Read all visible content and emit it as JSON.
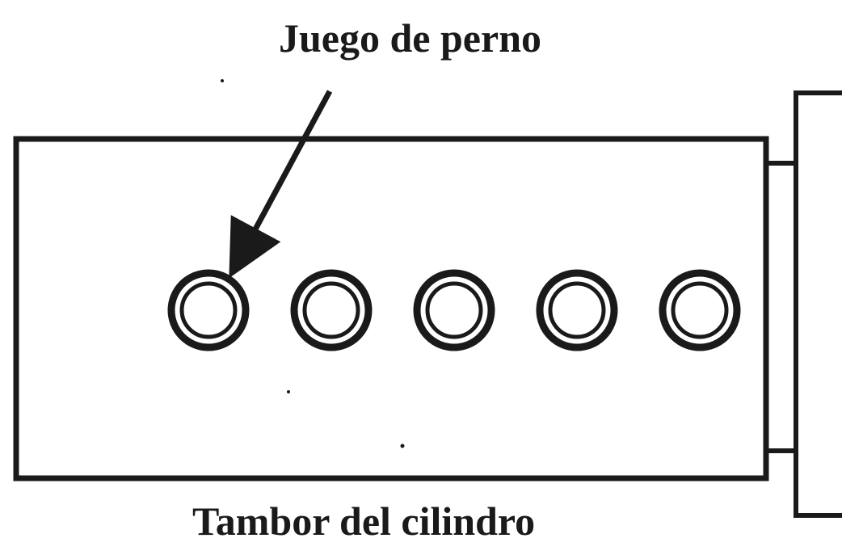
{
  "labels": {
    "pin_set": "Juego de perno",
    "cylinder_drum": "Tambor del cilindro"
  },
  "pins": {
    "count": 5
  },
  "colors": {
    "ink": "#1a1a1a",
    "background": "#ffffff"
  }
}
